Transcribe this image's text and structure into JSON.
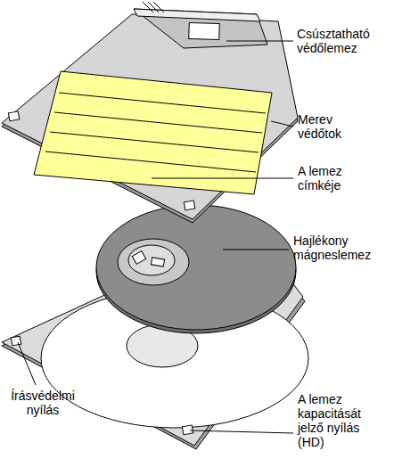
{
  "diagram": {
    "labels": [
      "Csúsztatható védőlemez",
      "Merev védőtok",
      "A lemez címkéje",
      "Hajlékony mágneslemez",
      "Írásvédelmi nyílás",
      "A lemez kapacitását jelző nyílás (HD)"
    ]
  }
}
